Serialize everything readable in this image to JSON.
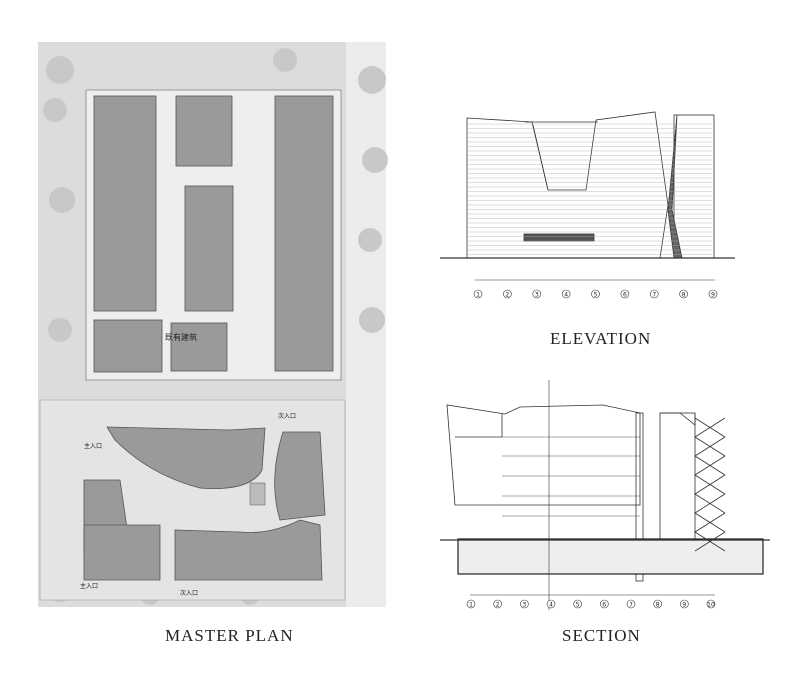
{
  "titles": {
    "master_plan": "MASTER PLAN",
    "elevation": "ELEVATION",
    "section": "SECTION"
  },
  "plan_labels": {
    "existing_building": "既有建筑",
    "main_entrance": "主入口",
    "main_entrance_2": "主入口",
    "secondary_entrance": "次入口",
    "secondary_entrance_2": "次入口"
  },
  "elevation_axes": [
    "1",
    "2",
    "3",
    "4",
    "5",
    "6",
    "7",
    "8",
    "9"
  ],
  "section_axes": [
    "1",
    "2",
    "3",
    "4",
    "5",
    "6",
    "7",
    "8",
    "9",
    "10"
  ],
  "colors": {
    "building_fill": "#9a9a9a",
    "plaza": "#e6e6e6",
    "line": "#333333"
  }
}
